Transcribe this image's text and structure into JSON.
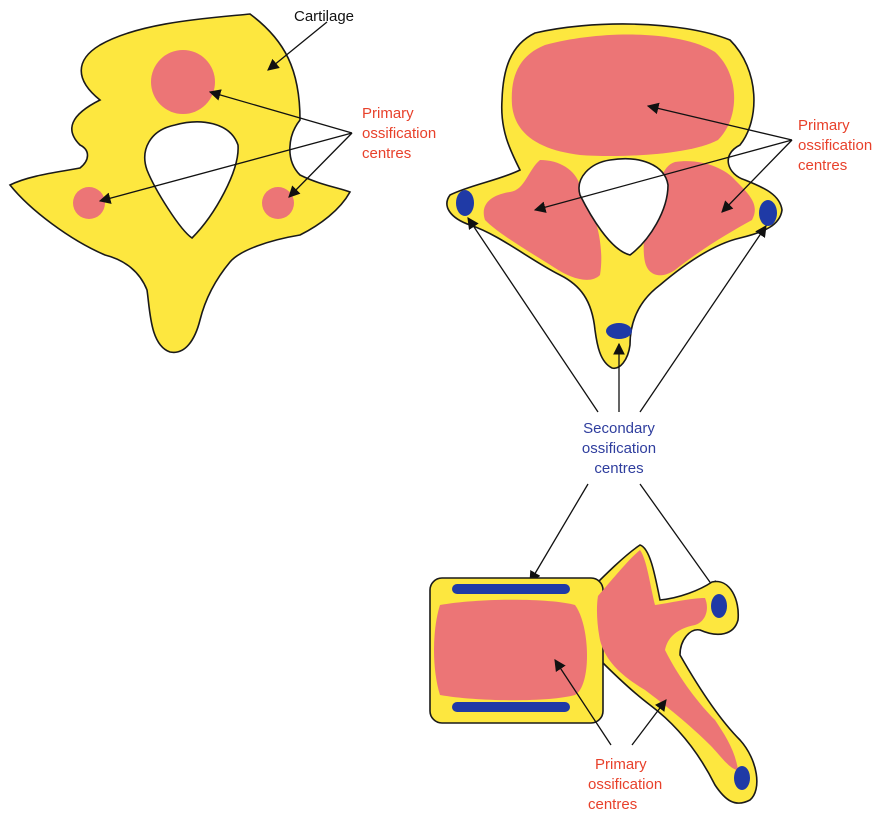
{
  "labels": {
    "cartilage": "Cartilage",
    "primary_left": [
      "Primary",
      "ossification",
      "centres"
    ],
    "primary_right": [
      "Primary",
      "ossification",
      "centres"
    ],
    "secondary": [
      "Secondary",
      "ossification",
      "centres"
    ],
    "primary_bottom": [
      "Primary",
      "ossification",
      "centres"
    ]
  },
  "colors": {
    "cartilage": "#fde73f",
    "primary_ossification": "#ec7576",
    "secondary_ossification": "#1f3aa6",
    "primary_label": "#e8412b",
    "secondary_label": "#2f3e9e",
    "outline": "#1a1a1a"
  }
}
